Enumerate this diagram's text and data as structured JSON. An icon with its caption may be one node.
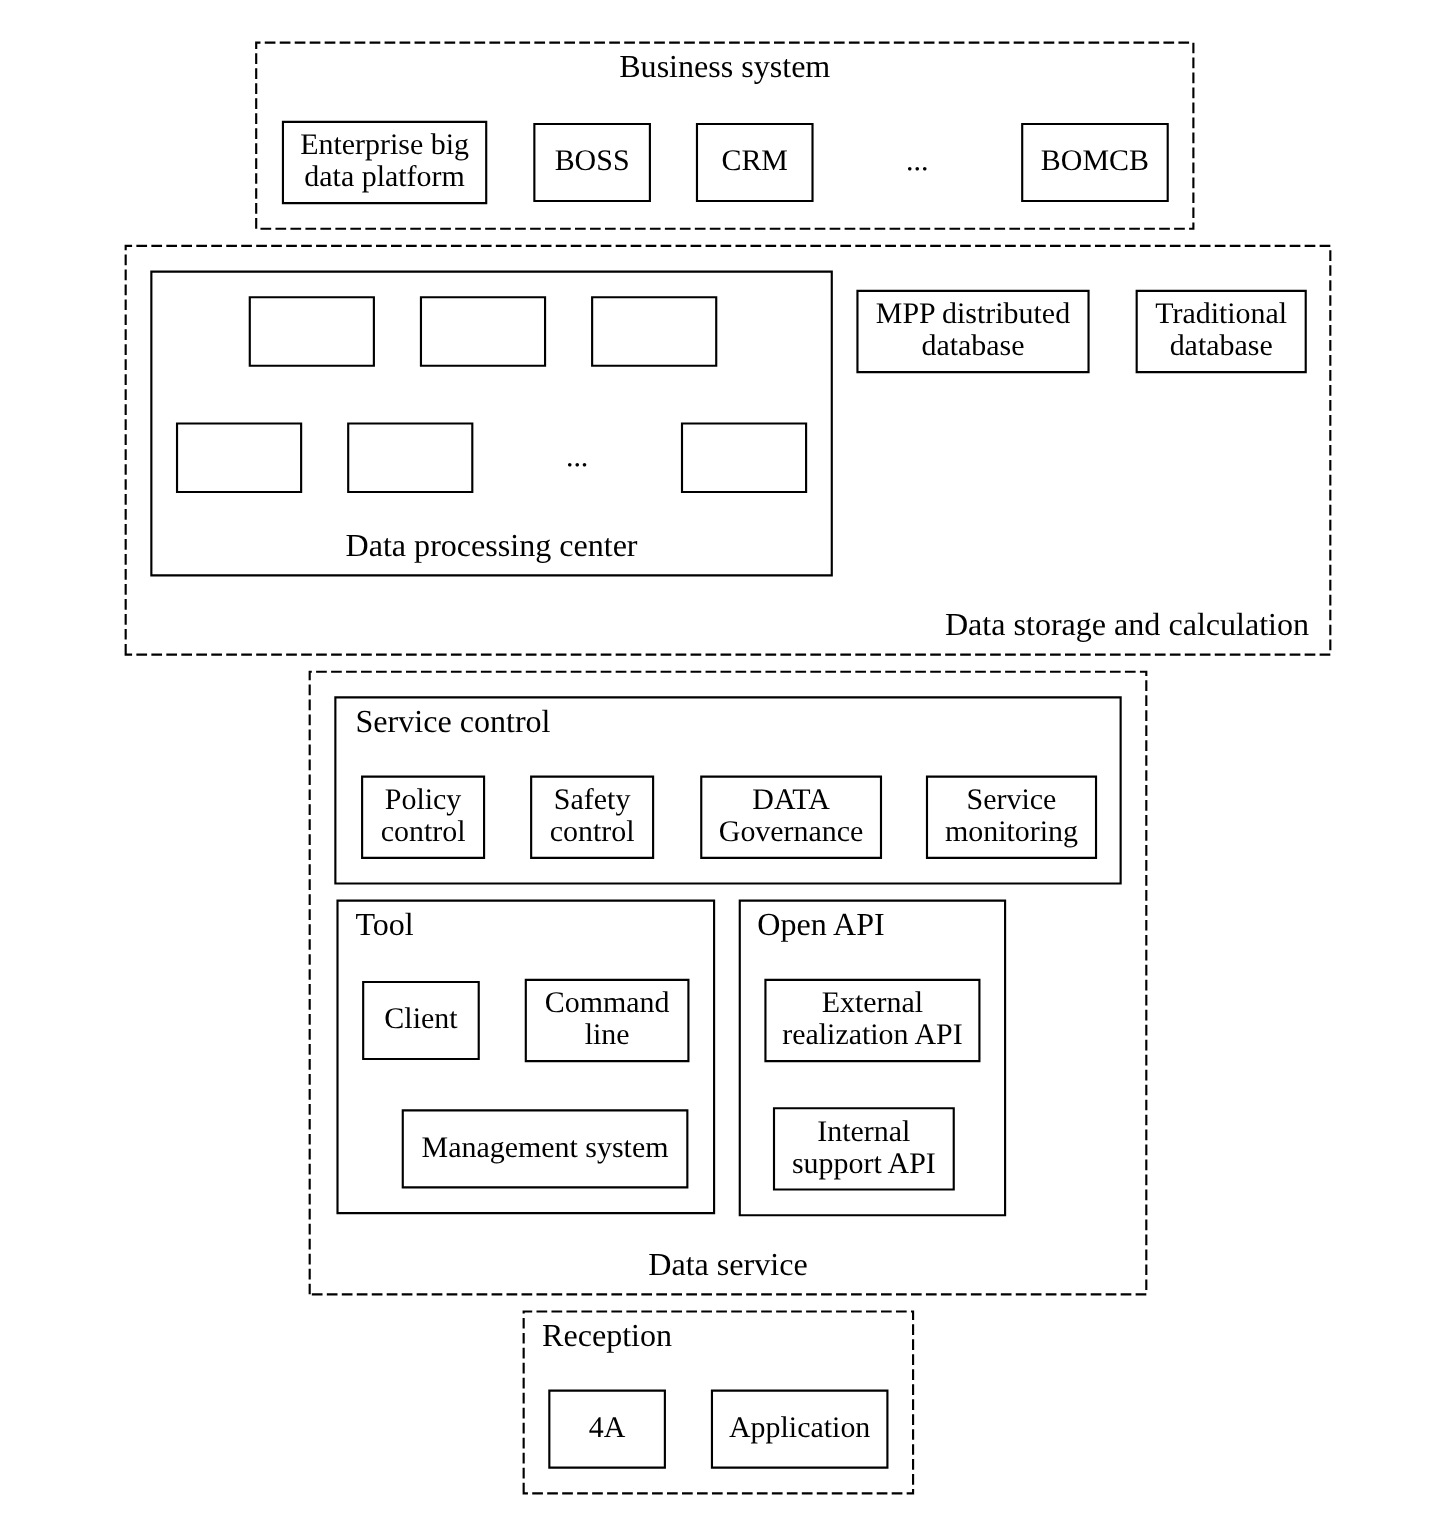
{
  "diagram": {
    "nodes": [
      {
        "text": [
          "Business system"
        ]
      },
      {
        "text": [
          "Enterprise big data platform"
        ],
        "in": 0
      },
      {
        "text": [
          "BOSS"
        ],
        "in": 0
      },
      {
        "text": [
          "CRM"
        ],
        "in": 0
      },
      {
        "text": [
          "BOMCB"
        ],
        "in": 0
      },
      {
        "text": [
          "Data storage and calculation"
        ]
      },
      {
        "text": [
          "Data processing center"
        ],
        "in": 5
      },
      {
        "text": [],
        "shape": "box",
        "in": 6
      },
      {
        "text": [],
        "shape": "box",
        "in": 6
      },
      {
        "text": [],
        "shape": "box",
        "in": 6
      },
      {
        "text": [],
        "shape": "box",
        "in": 6
      },
      {
        "text": [],
        "shape": "box",
        "in": 6
      },
      {
        "text": [],
        "shape": "box",
        "in": 6
      },
      {
        "text": [
          "MPP distributed database"
        ],
        "in": 5
      },
      {
        "text": [
          "Traditional database"
        ],
        "in": 5
      },
      {
        "text": [
          "Data service"
        ]
      },
      {
        "text": [
          "Service control"
        ],
        "in": 15
      },
      {
        "text": [
          "Policy control"
        ],
        "in": 16
      },
      {
        "text": [
          "Safety control"
        ],
        "in": 16
      },
      {
        "text": [
          "DATA Governance"
        ],
        "in": 16
      },
      {
        "text": [
          "Service monitoring"
        ],
        "in": 16
      },
      {
        "text": [
          "Tool"
        ],
        "in": 15
      },
      {
        "text": [
          "Client"
        ],
        "in": 21
      },
      {
        "text": [
          "Command line"
        ],
        "in": 21
      },
      {
        "text": [
          "Management system"
        ],
        "in": 21
      },
      {
        "text": [
          "Open API"
        ],
        "in": 15
      },
      {
        "text": [
          "External realization API"
        ],
        "in": 25
      },
      {
        "text": [
          "Internal support API"
        ],
        "in": 25
      },
      {
        "text": [
          "Reception"
        ]
      },
      {
        "text": [
          "4A"
        ],
        "in": 28
      },
      {
        "text": [
          "Application"
        ],
        "in": 28
      }
    ],
    "labels": [
      "...",
      "..."
    ]
  }
}
